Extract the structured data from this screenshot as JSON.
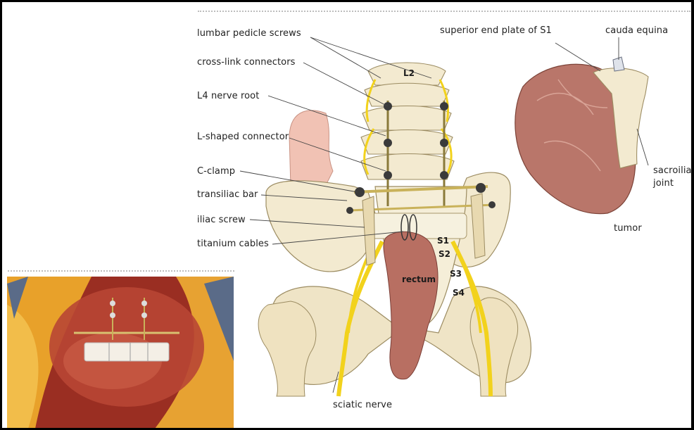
{
  "labels": {
    "lumbar_pedicle_screws": "lumbar pedicle screws",
    "cross_link_connectors": "cross-link connectors",
    "l4_nerve_root": "L4 nerve root",
    "l_shaped_connector": "L-shaped connector",
    "c_clamp": "C-clamp",
    "transiliac_bar": "transiliac bar",
    "iliac_screw": "iliac screw",
    "titanium_cables": "titanium cables",
    "superior_end_plate": "superior end plate of S1",
    "cauda_equina": "cauda equina",
    "sacroiliac": "sacroiliac",
    "joint": "joint",
    "tumor": "tumor",
    "sciatic_nerve": "sciatic nerve",
    "rectum": "rectum",
    "l2": "L2",
    "s1": "S1",
    "s2": "S2",
    "s3": "S3",
    "s4": "S4"
  },
  "colors": {
    "bone": "#f3ead0",
    "bone_shadow": "#d8c9a0",
    "nerve": "#f2d21c",
    "muscle": "#b86f62",
    "tumor": "#b9766a",
    "metal": "#c9b25a"
  }
}
